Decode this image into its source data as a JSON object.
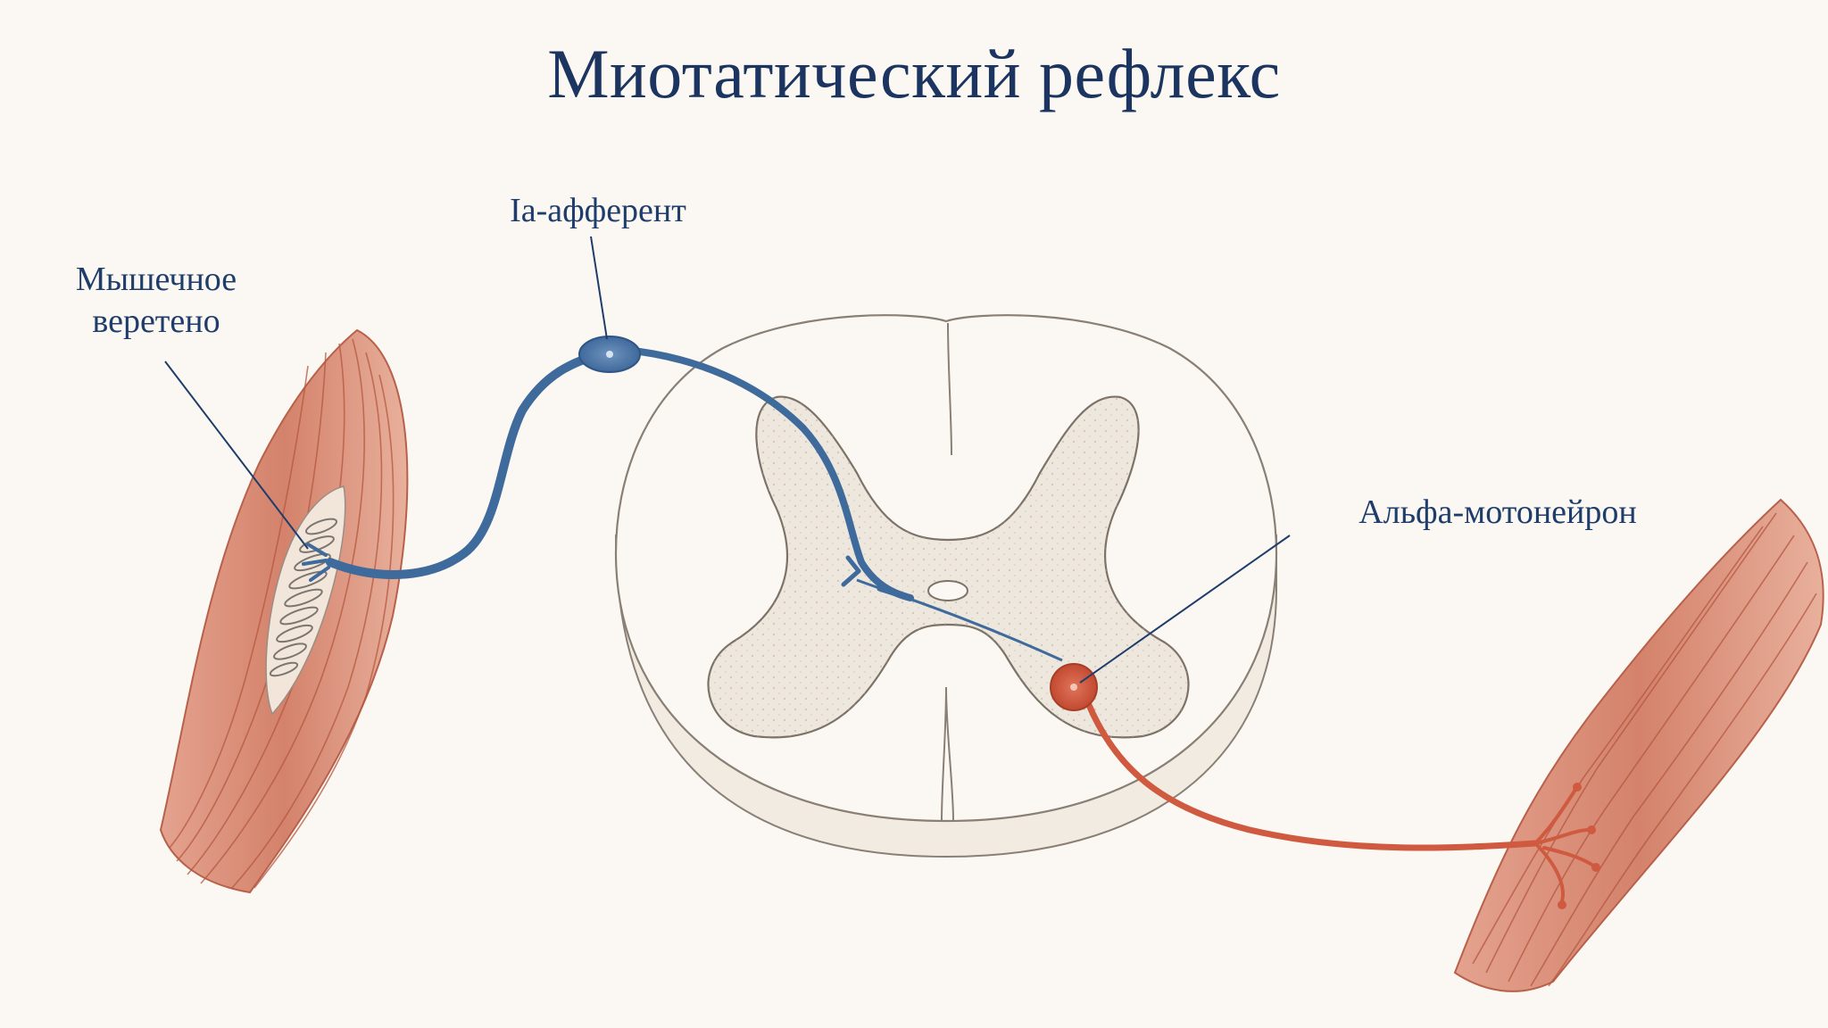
{
  "title": "Миотатический рефлекс",
  "labels": {
    "muscle_spindle": [
      "Мышечное",
      "веретено"
    ],
    "ia_afferent": "Ia-афферент",
    "alpha_motoneuron": "Альфа-мотонейрон"
  },
  "colors": {
    "background": "#fbf8f3",
    "text": "#1f3d6b",
    "afferent_neuron": "#3f6a9c",
    "motor_neuron": "#cf5a40",
    "muscle": "#d88b73",
    "gray_matter": "#ede7dd",
    "white_matter": "#fbf8f3"
  }
}
